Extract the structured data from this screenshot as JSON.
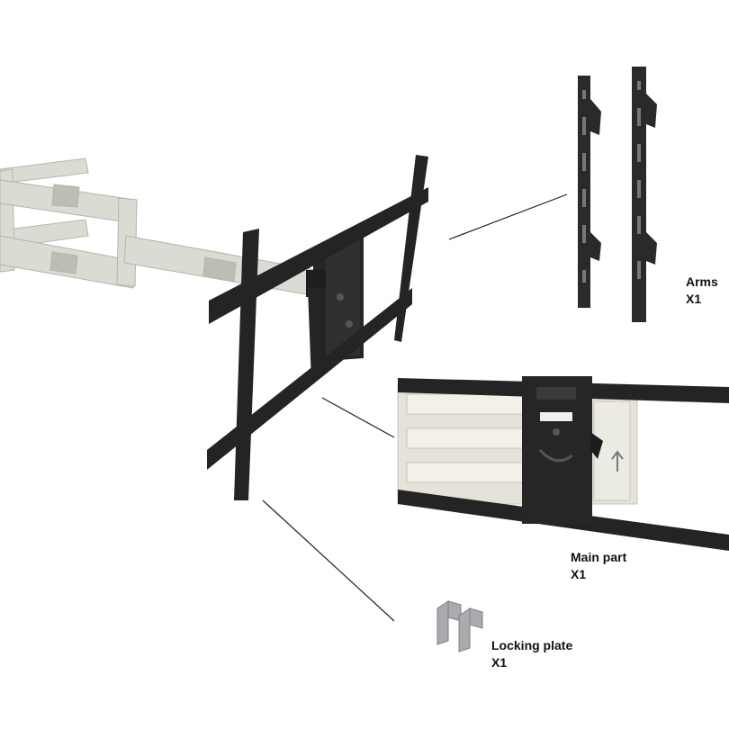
{
  "parts": [
    {
      "id": "arms",
      "name": "Arms",
      "quantity": "X1"
    },
    {
      "id": "main-part",
      "name": "Main part",
      "quantity": "X1"
    },
    {
      "id": "locking-plate",
      "name": "Locking plate",
      "quantity": "X1"
    }
  ],
  "colors": {
    "bracket": "#2a2a2a",
    "bracket_dark": "#1a1a1a",
    "arm_light": "#dcdbd3",
    "arm_shade": "#bebdb4",
    "plate_metal": "#a9abae",
    "leader_line": "#222222",
    "label_text": "#111111"
  }
}
